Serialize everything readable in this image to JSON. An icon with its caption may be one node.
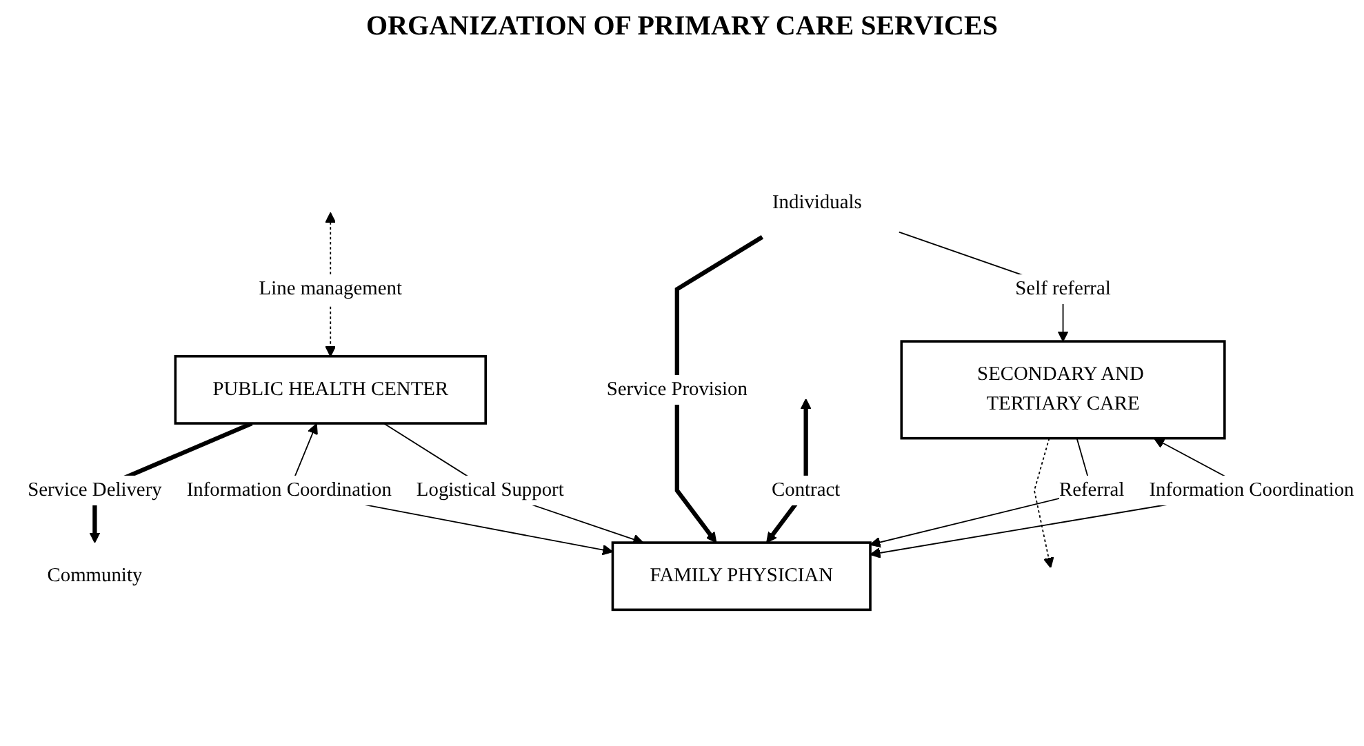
{
  "diagram": {
    "title": "ORGANIZATION OF PRIMARY CARE SERVICES",
    "nodes": [
      {
        "text": [
          "Community"
        ]
      },
      {
        "text": [
          "PUBLIC HEALTH CENTER"
        ]
      },
      {
        "text": [
          "FAMILY PHYSICIAN"
        ]
      },
      {
        "text": [
          "SECONDARY AND TERTIARY CARE"
        ]
      },
      {
        "text": [
          "Individuals"
        ]
      }
    ],
    "edges": [
      {
        "from": 1,
        "to": 0,
        "arrow": "to",
        "style": "thick",
        "label": "Service Delivery"
      },
      {
        "from": null,
        "to": 1,
        "arrow": "both",
        "style": "dashed",
        "label": "Line management"
      },
      {
        "from": null,
        "to": 2,
        "arrow": "both",
        "style": "thick",
        "label": "Contract"
      },
      {
        "from": 3,
        "to": null,
        "arrow": "to",
        "style": "dashed"
      },
      {
        "from": 1,
        "to": 2,
        "arrow": "both",
        "label": "Information Coordination"
      },
      {
        "from": 1,
        "to": 2,
        "arrow": "to",
        "label": "Logistical Support"
      },
      {
        "from": 3,
        "to": 2,
        "arrow": "to",
        "label": "Referral"
      },
      {
        "from": 3,
        "to": 2,
        "arrow": "both",
        "label": "Information Coordination"
      },
      {
        "from": 4,
        "to": 2,
        "arrow": "to",
        "style": "thick",
        "label": "Service Provision"
      },
      {
        "from": 4,
        "to": 3,
        "arrow": "to",
        "label": "Self referral"
      }
    ]
  }
}
